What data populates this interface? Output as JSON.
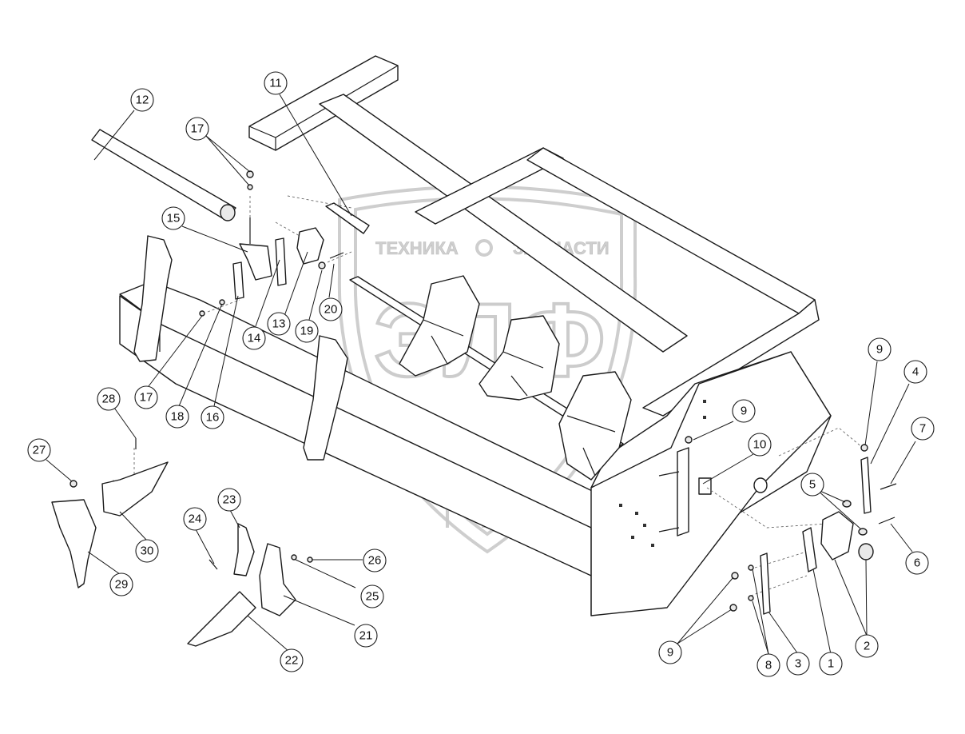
{
  "watermark": {
    "text_left": "ТЕХНИКА",
    "text_right": "ЗАПЧАСТИ",
    "logo": "ЭЛФ"
  },
  "callouts": [
    {
      "id": "c1",
      "label": "1"
    },
    {
      "id": "c2",
      "label": "2"
    },
    {
      "id": "c3",
      "label": "3"
    },
    {
      "id": "c4",
      "label": "4"
    },
    {
      "id": "c5",
      "label": "5"
    },
    {
      "id": "c6",
      "label": "6"
    },
    {
      "id": "c7",
      "label": "7"
    },
    {
      "id": "c8",
      "label": "8"
    },
    {
      "id": "c9a",
      "label": "9"
    },
    {
      "id": "c9b",
      "label": "9"
    },
    {
      "id": "c9c",
      "label": "9"
    },
    {
      "id": "c10",
      "label": "10"
    },
    {
      "id": "c11",
      "label": "11"
    },
    {
      "id": "c12",
      "label": "12"
    },
    {
      "id": "c13",
      "label": "13"
    },
    {
      "id": "c14",
      "label": "14"
    },
    {
      "id": "c15",
      "label": "15"
    },
    {
      "id": "c16",
      "label": "16"
    },
    {
      "id": "c17a",
      "label": "17"
    },
    {
      "id": "c17b",
      "label": "17"
    },
    {
      "id": "c18",
      "label": "18"
    },
    {
      "id": "c19",
      "label": "19"
    },
    {
      "id": "c20",
      "label": "20"
    },
    {
      "id": "c21",
      "label": "21"
    },
    {
      "id": "c22",
      "label": "22"
    },
    {
      "id": "c23",
      "label": "23"
    },
    {
      "id": "c24",
      "label": "24"
    },
    {
      "id": "c25",
      "label": "25"
    },
    {
      "id": "c26",
      "label": "26"
    },
    {
      "id": "c27",
      "label": "27"
    },
    {
      "id": "c28",
      "label": "28"
    },
    {
      "id": "c29",
      "label": "29"
    },
    {
      "id": "c30",
      "label": "30"
    }
  ]
}
